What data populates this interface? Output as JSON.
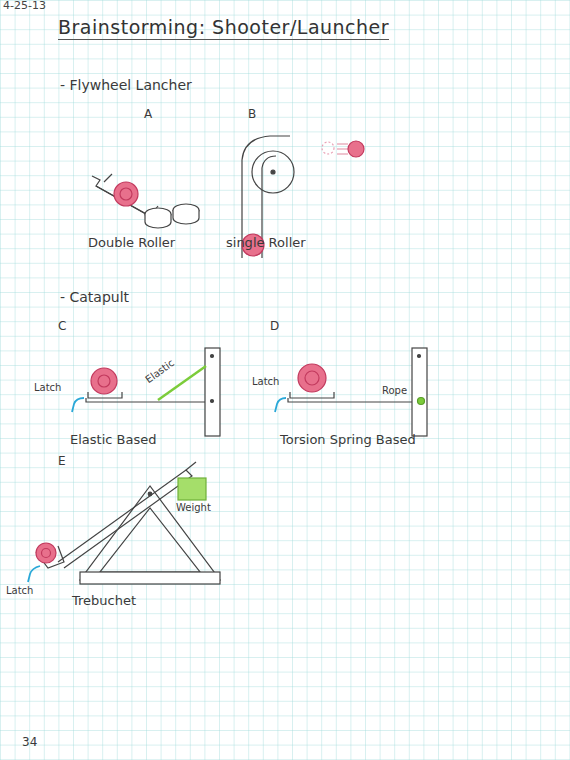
{
  "diagram": {
    "title": "Brainstorming: Shooter/Launcher",
    "labels": [
      "4-25-13",
      "- Flywheel Lancher",
      "A",
      "B",
      "Double Roller",
      "single Roller",
      "- Catapult",
      "C",
      "D",
      "Latch",
      "Elastic",
      "Elastic Based",
      "Latch",
      "Rope",
      "Torsion Spring Based",
      "E",
      "Weight",
      "Latch",
      "Trebuchet",
      "34"
    ]
  }
}
